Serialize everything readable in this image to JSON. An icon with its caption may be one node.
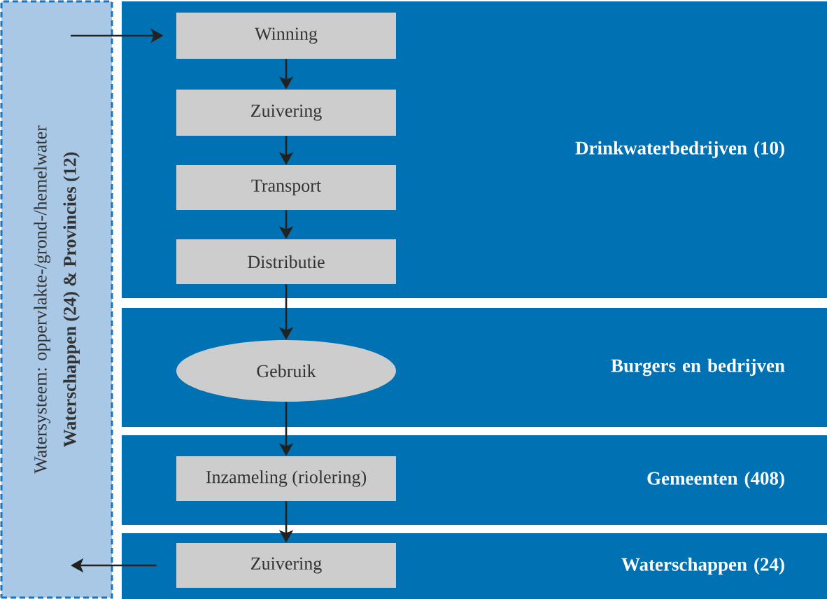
{
  "diagram": {
    "nodes": [
      {
        "text": [
          "Watersysteem: oppervlakte-/grond-/hemelwater",
          "Waterschappen (24) & Provincies (12)"
        ]
      },
      {
        "text": [
          "Drinkwaterbedrijven (10)"
        ]
      },
      {
        "text": [
          "Winning"
        ],
        "in": 1
      },
      {
        "text": [
          "Zuivering"
        ],
        "in": 1
      },
      {
        "text": [
          "Transport"
        ],
        "in": 1
      },
      {
        "text": [
          "Distributie"
        ],
        "in": 1
      },
      {
        "text": [
          "Burgers en bedrijven"
        ]
      },
      {
        "text": [
          "Gebruik"
        ],
        "in": 6
      },
      {
        "text": [
          "Gemeenten (408)"
        ]
      },
      {
        "text": [
          "Inzameling (riolering)"
        ],
        "in": 8
      },
      {
        "text": [
          "Waterschappen (24)"
        ]
      },
      {
        "text": [
          "Zuivering"
        ],
        "in": 10
      }
    ],
    "edges": [
      {
        "from": 0,
        "to": 2,
        "arrow": "to"
      },
      {
        "from": 2,
        "to": 3,
        "arrow": "to"
      },
      {
        "from": 3,
        "to": 4,
        "arrow": "to"
      },
      {
        "from": 4,
        "to": 5,
        "arrow": "to"
      },
      {
        "from": 5,
        "to": 7,
        "arrow": "to"
      },
      {
        "from": 7,
        "to": 9,
        "arrow": "to"
      },
      {
        "from": 9,
        "to": 11,
        "arrow": "to"
      },
      {
        "from": 11,
        "to": 0,
        "arrow": "to"
      }
    ]
  }
}
